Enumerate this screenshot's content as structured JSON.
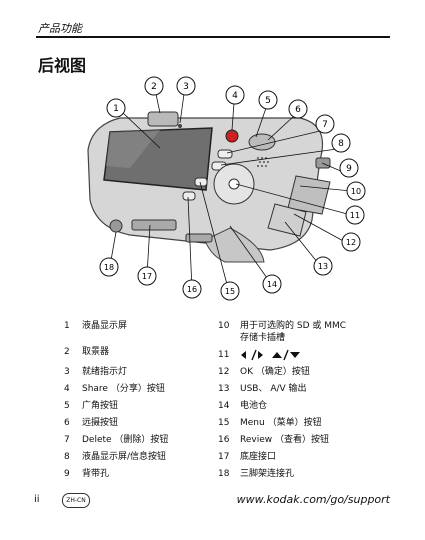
{
  "header": {
    "section": "产品功能"
  },
  "page_title": "后视图",
  "callouts": [
    "1",
    "2",
    "3",
    "4",
    "5",
    "6",
    "7",
    "8",
    "9",
    "10",
    "11",
    "12",
    "13",
    "14",
    "15",
    "16",
    "17",
    "18"
  ],
  "legend_left": [
    {
      "num": "1",
      "text": "液晶显示屏"
    },
    {
      "num": "2",
      "text": "取景器"
    },
    {
      "num": "3",
      "text": "就绪指示灯"
    },
    {
      "num": "4",
      "text": "Share （分享）按钮"
    },
    {
      "num": "5",
      "text": "广角按钮"
    },
    {
      "num": "6",
      "text": "远摄按钮"
    },
    {
      "num": "7",
      "text": "Delete （删除）按钮"
    },
    {
      "num": "8",
      "text": "液晶显示屏/信息按钮"
    },
    {
      "num": "9",
      "text": "背带孔"
    }
  ],
  "legend_right": [
    {
      "num": "10",
      "text": "用于可选购的 SD 或 MMC",
      "text2": "存储卡插槽"
    },
    {
      "num": "11",
      "text": ""
    },
    {
      "num": "12",
      "text": "OK （确定）按钮"
    },
    {
      "num": "13",
      "text": "USB、 A/V 输出"
    },
    {
      "num": "14",
      "text": "电池仓"
    },
    {
      "num": "15",
      "text": "Menu （菜单）按钮"
    },
    {
      "num": "16",
      "text": "Review （查看）按钮"
    },
    {
      "num": "17",
      "text": "底座接口"
    },
    {
      "num": "18",
      "text": "三脚架连接孔"
    }
  ],
  "footer": {
    "page_num": "ii",
    "lang_badge": "ZH-CN",
    "url": "www.kodak.com/go/support"
  }
}
